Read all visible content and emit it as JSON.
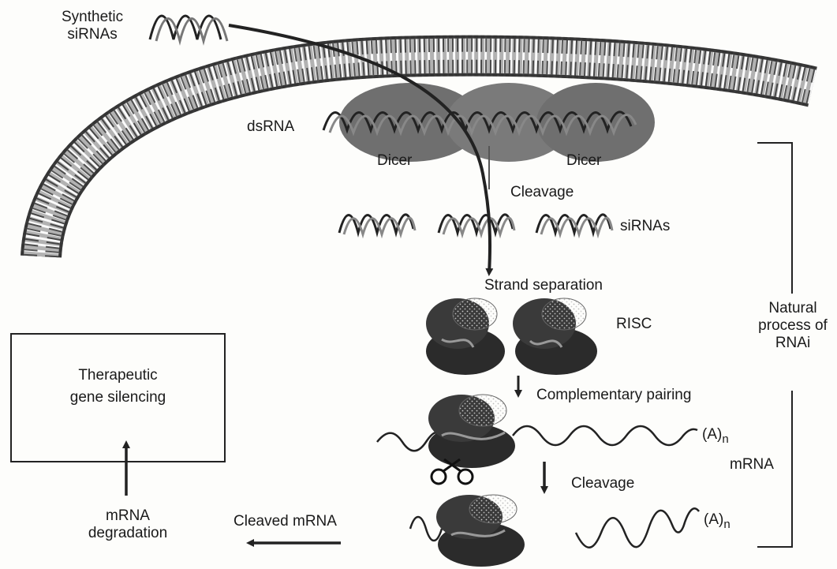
{
  "labels": {
    "synthetic_sirnas": [
      "Synthetic",
      "siRNAs"
    ],
    "dsrna": "dsRNA",
    "dicer_left": "Dicer",
    "dicer_right": "Dicer",
    "cleavage_top": "Cleavage",
    "sirnas": "siRNAs",
    "strand_separation": "Strand separation",
    "risc": "RISC",
    "natural_process": [
      "Natural",
      "process of",
      "RNAi"
    ],
    "therapeutic": [
      "Therapeutic",
      "gene silencing"
    ],
    "complementary_pairing": "Complementary pairing",
    "poly_a_upper": "(A)",
    "poly_a_upper_sub": "n",
    "mrna": "mRNA",
    "cleavage_bottom": "Cleavage",
    "poly_a_lower": "(A)",
    "poly_a_lower_sub": "n",
    "mrna_degradation": [
      "mRNA",
      "degradation"
    ],
    "cleaved_mrna": "Cleaved mRNA"
  },
  "colors": {
    "ink": "#1a1a1a",
    "dicer_fill": "#6f6f6f",
    "risc_dark": "#2b2b2b",
    "risc_mid": "#555555",
    "membrane": "#3a3a3a"
  }
}
